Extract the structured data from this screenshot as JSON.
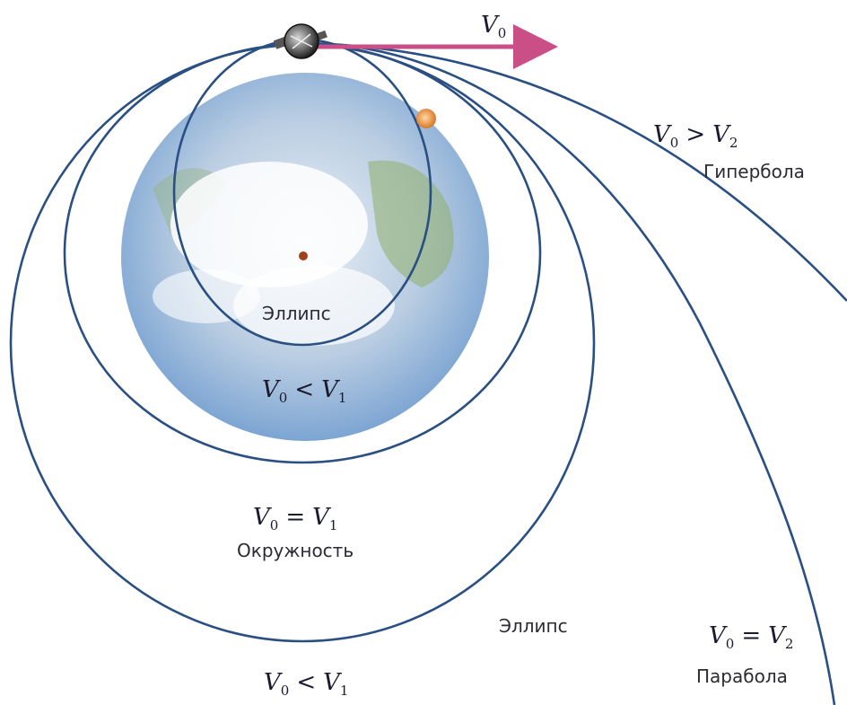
{
  "velocity_arrow": {
    "base": "V",
    "sub": "0",
    "color": "#c94f86"
  },
  "labels": {
    "hyperbola_condition": {
      "a": "V",
      "a_sub": "0",
      "op": ">",
      "b": "V",
      "b_sub": "2"
    },
    "hyperbola_name": "Гипербола",
    "inner_ellipse_name": "Эллипс",
    "inner_ellipse_condition": {
      "a": "V",
      "a_sub": "0",
      "op": "<",
      "b": "V",
      "b_sub": "1"
    },
    "circle_condition": {
      "a": "V",
      "a_sub": "0",
      "op": "=",
      "b": "V",
      "b_sub": "1"
    },
    "circle_name": "Окружность",
    "outer_ellipse_name": "Эллипс",
    "outer_ellipse_condition": {
      "a": "V",
      "a_sub": "0",
      "op": "<",
      "b": "V",
      "b_sub": "1"
    },
    "parabola_condition": {
      "a": "V",
      "a_sub": "0",
      "op": "=",
      "b": "V",
      "b_sub": "2"
    },
    "parabola_name": "Парабола"
  },
  "colors": {
    "orbit": "#2a4f82",
    "earth_ocean": "#6f9ccf",
    "earth_land": "#8fae6a",
    "clouds": "#ffffff",
    "center_dot": "#a0421b",
    "arrow": "#c94f86"
  }
}
